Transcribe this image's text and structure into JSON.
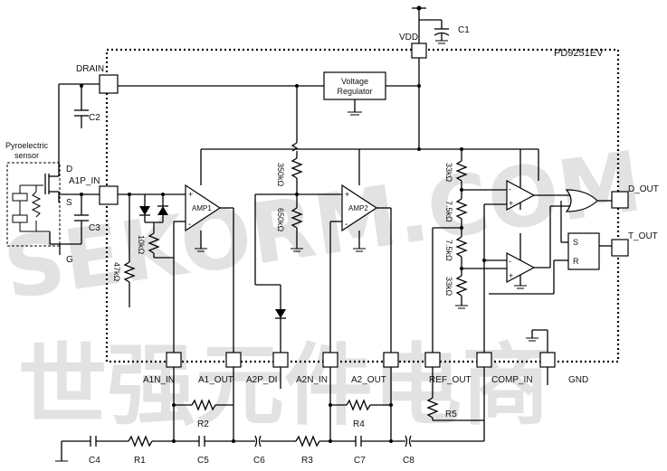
{
  "chip": {
    "part_number": "PD9251EV"
  },
  "pins": {
    "vdd": "VDD",
    "drain": "DRAIN",
    "a1p_in": "A1P_IN",
    "d_out": "D_OUT",
    "t_out": "T_OUT",
    "a1n_in": "A1N_IN",
    "a1_out": "A1_OUT",
    "a2p_di": "A2P_DI",
    "a2n_in": "A2N_IN",
    "a2_out": "A2_OUT",
    "ref_out": "REF_OUT",
    "comp_in": "COMP_IN",
    "gnd": "GND"
  },
  "blocks": {
    "regulator_line1": "Voltage",
    "regulator_line2": "Regulator",
    "amp1": "AMP1",
    "amp2": "AMP2",
    "sensor_line1": "Pyroelectric",
    "sensor_line2": "sensor",
    "sr_s": "S",
    "sr_r": "R",
    "sensor_d": "D",
    "sensor_s": "S",
    "sensor_g": "G"
  },
  "components": {
    "c1": "C1",
    "c2": "C2",
    "c3": "C3",
    "c4": "C4",
    "c5": "C5",
    "c6": "C6",
    "c7": "C7",
    "c8": "C8",
    "r1": "R1",
    "r2": "R2",
    "r3": "R3",
    "r4": "R4",
    "r5": "R5"
  },
  "resistor_values": {
    "r_350k": "350kΩ",
    "r_650k": "650kΩ",
    "r_10k": "10kΩ",
    "r_47k": "47kΩ",
    "r_33k_top": "33kΩ",
    "r_7_5k_a": "7.5kΩ",
    "r_7_5k_b": "7.5kΩ",
    "r_33k_bot": "33kΩ"
  },
  "watermark": {
    "line1": "SEKORM.COM",
    "line2": "世强元件电商"
  }
}
